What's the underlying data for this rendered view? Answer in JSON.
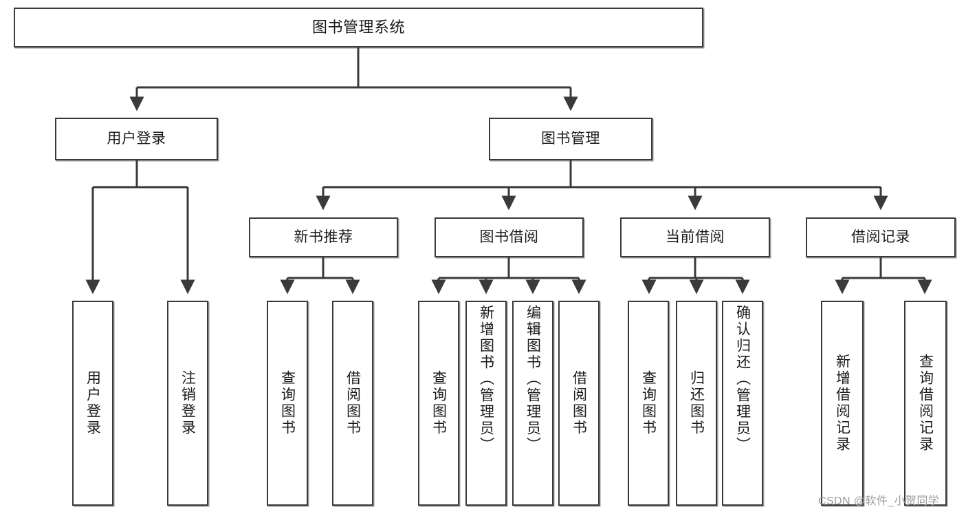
{
  "diagram": {
    "type": "tree-hierarchy",
    "title": "图书管理系统",
    "root": {
      "label": "图书管理系统"
    },
    "level2": [
      {
        "id": "user-login",
        "label": "用户登录"
      },
      {
        "id": "book-management",
        "label": "图书管理"
      }
    ],
    "level3": [
      {
        "id": "new-book-recommend",
        "label": "新书推荐"
      },
      {
        "id": "book-borrow",
        "label": "图书借阅"
      },
      {
        "id": "current-borrow",
        "label": "当前借阅"
      },
      {
        "id": "borrow-record",
        "label": "借阅记录"
      }
    ],
    "leaves": [
      {
        "id": "leaf-user-login",
        "label": "用户登录",
        "parent": "user-login"
      },
      {
        "id": "leaf-logout",
        "label": "注销登录",
        "parent": "user-login"
      },
      {
        "id": "leaf-query-book-1",
        "label": "查询图书",
        "parent": "new-book-recommend"
      },
      {
        "id": "leaf-borrow-book-1",
        "label": "借阅图书",
        "parent": "new-book-recommend"
      },
      {
        "id": "leaf-query-book-2",
        "label": "查询图书",
        "parent": "book-borrow"
      },
      {
        "id": "leaf-add-book",
        "label": "新增图书（管理员）",
        "parent": "book-borrow"
      },
      {
        "id": "leaf-edit-book",
        "label": "编辑图书（管理员）",
        "parent": "book-borrow"
      },
      {
        "id": "leaf-borrow-book-2",
        "label": "借阅图书",
        "parent": "book-borrow"
      },
      {
        "id": "leaf-query-book-3",
        "label": "查询图书",
        "parent": "current-borrow"
      },
      {
        "id": "leaf-return-book",
        "label": "归还图书",
        "parent": "current-borrow"
      },
      {
        "id": "leaf-confirm-return",
        "label": "确认归还（管理员）",
        "parent": "current-borrow"
      },
      {
        "id": "leaf-add-record",
        "label": "新增借阅记录",
        "parent": "borrow-record"
      },
      {
        "id": "leaf-query-record",
        "label": "查询借阅记录",
        "parent": "borrow-record"
      }
    ],
    "colors": {
      "stroke": "#3a3a3a",
      "fill": "#ffffff",
      "text": "#1b1b1b",
      "watermark": "#9a9a9a"
    }
  },
  "watermark": {
    "text": "CSDN @软件_小贺同学"
  }
}
